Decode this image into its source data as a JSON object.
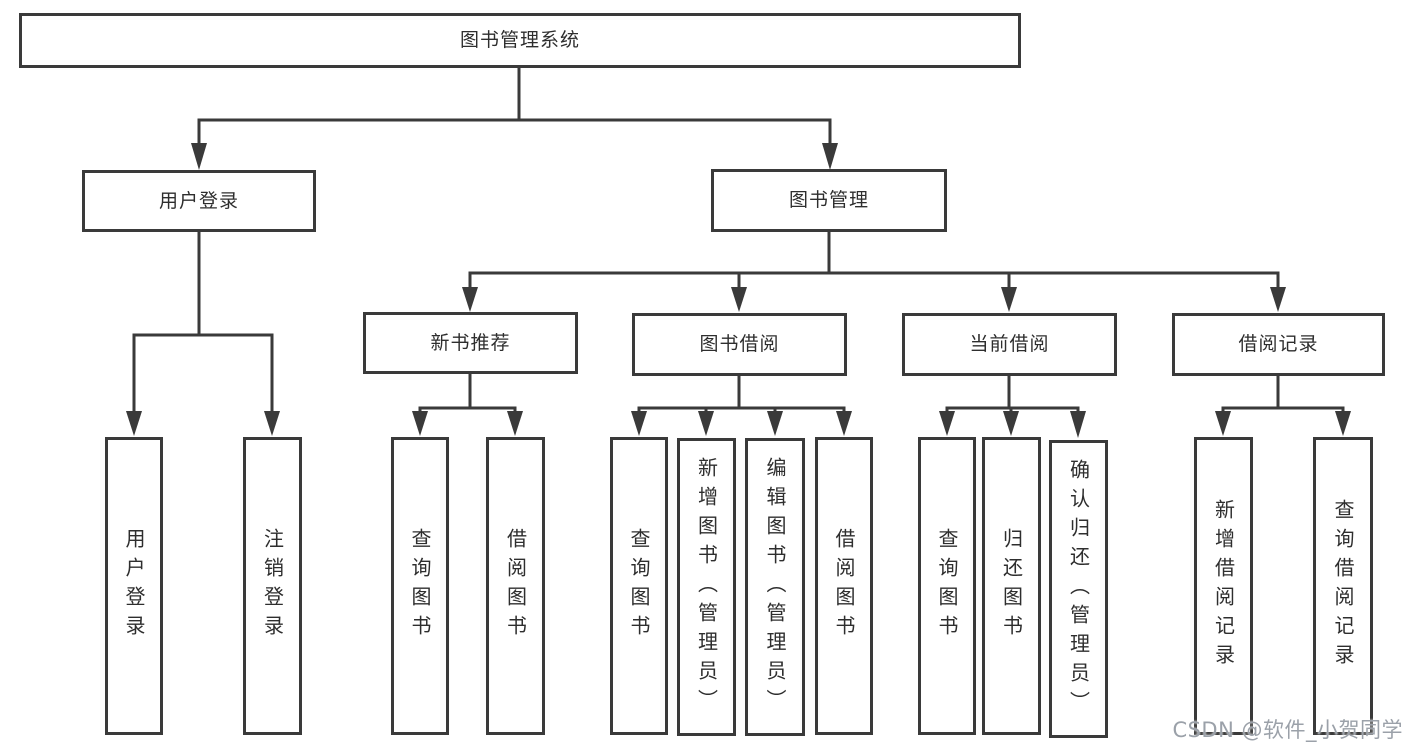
{
  "tree": {
    "root": {
      "label": "图书管理系统",
      "children": [
        {
          "label": "用户登录",
          "children": [
            {
              "label": "用户登录"
            },
            {
              "label": "注销登录"
            }
          ]
        },
        {
          "label": "图书管理",
          "children": [
            {
              "label": "新书推荐",
              "children": [
                {
                  "label": "查询图书"
                },
                {
                  "label": "借阅图书"
                }
              ]
            },
            {
              "label": "图书借阅",
              "children": [
                {
                  "label": "查询图书"
                },
                {
                  "label": "新增图书（管理员）"
                },
                {
                  "label": "编辑图书（管理员）"
                },
                {
                  "label": "借阅图书"
                }
              ]
            },
            {
              "label": "当前借阅",
              "children": [
                {
                  "label": "查询图书"
                },
                {
                  "label": "归还图书"
                },
                {
                  "label": "确认归还（管理员）"
                }
              ]
            },
            {
              "label": "借阅记录",
              "children": [
                {
                  "label": "新增借阅记录"
                },
                {
                  "label": "查询借阅记录"
                }
              ]
            }
          ]
        }
      ]
    }
  },
  "watermark": "CSDN @软件_小贺同学",
  "colors": {
    "line": "#3a3a3a",
    "box_border": "#3a3a3a",
    "box_fill": "#ffffff",
    "text": "#2e2e2e",
    "watermark": "#9ba1a9",
    "background": "#ffffff"
  }
}
